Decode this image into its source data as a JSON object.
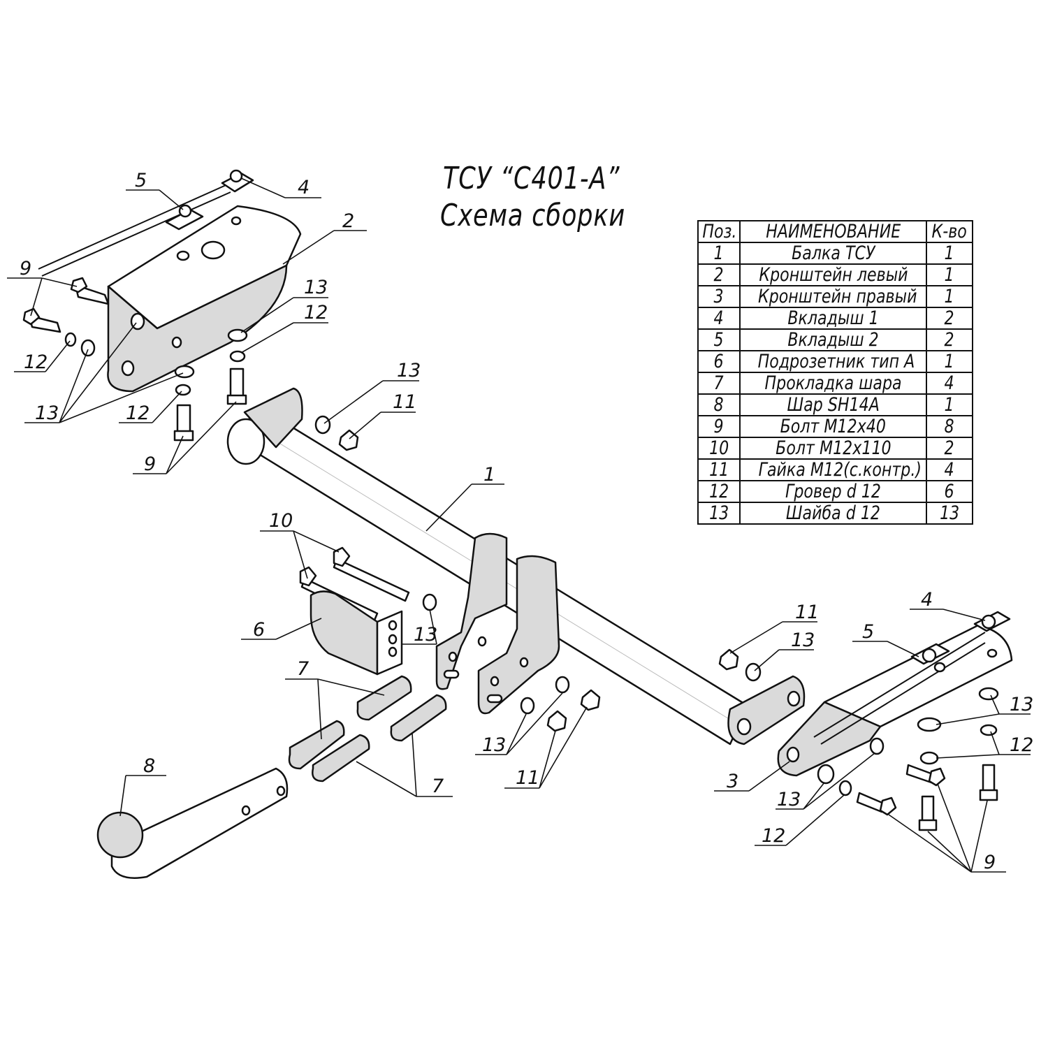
{
  "title": {
    "line1": "ТСУ “С401-А”",
    "line2": "Схема сборки"
  },
  "parts_table": {
    "headers": [
      "Поз.",
      "НАИМЕНОВАНИЕ",
      "К-во"
    ],
    "rows": [
      [
        "1",
        "Балка ТСУ",
        "1"
      ],
      [
        "2",
        "Кронштейн левый",
        "1"
      ],
      [
        "3",
        "Кронштейн правый",
        "1"
      ],
      [
        "4",
        "Вкладыш 1",
        "2"
      ],
      [
        "5",
        "Вкладыш 2",
        "2"
      ],
      [
        "6",
        "Подрозетник тип А",
        "1"
      ],
      [
        "7",
        "Прокладка шара",
        "4"
      ],
      [
        "8",
        "Шар SH14A",
        "1"
      ],
      [
        "9",
        "Болт М12х40",
        "8"
      ],
      [
        "10",
        "Болт М12х110",
        "2"
      ],
      [
        "11",
        "Гайка М12(с.контр.)",
        "4"
      ],
      [
        "12",
        "Гровер d 12",
        "6"
      ],
      [
        "13",
        "Шайба d 12",
        "13"
      ]
    ]
  },
  "callouts": [
    "5",
    "4",
    "2",
    "9",
    "13",
    "12",
    "12",
    "13",
    "12",
    "9",
    "13",
    "11",
    "1",
    "10",
    "6",
    "13",
    "7",
    "7",
    "8",
    "13",
    "11",
    "11",
    "13",
    "5",
    "4",
    "13",
    "12",
    "3",
    "13",
    "12",
    "9"
  ]
}
